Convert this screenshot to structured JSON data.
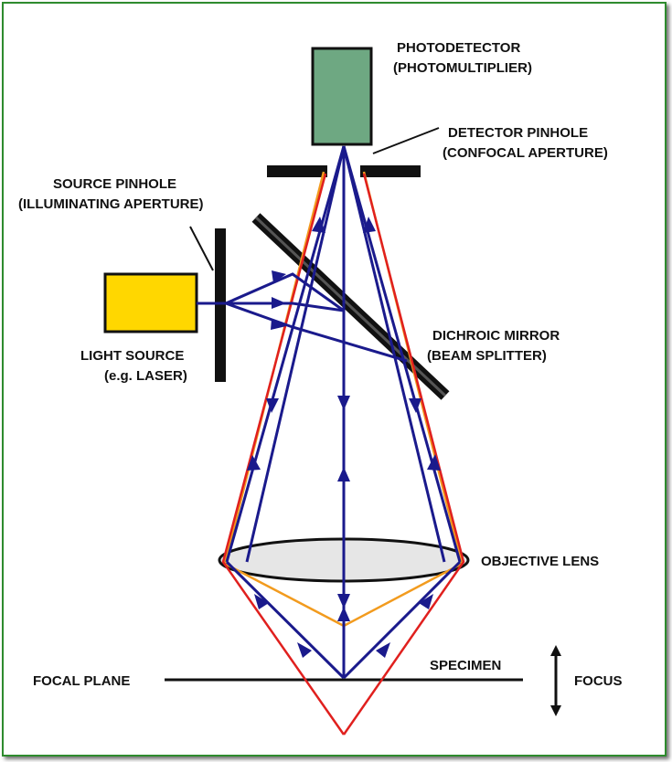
{
  "labels": {
    "photodetector": "PHOTODETECTOR",
    "photomultiplier": "(PHOTOMULTIPLIER)",
    "detector_pinhole": "DETECTOR PINHOLE",
    "confocal_aperture": "(CONFOCAL APERTURE)",
    "source_pinhole": "SOURCE PINHOLE",
    "illuminating_aperture": "(ILLUMINATING APERTURE)",
    "dichroic_mirror": "DICHROIC MIRROR",
    "beam_splitter": "(BEAM SPLITTER)",
    "light_source": "LIGHT SOURCE",
    "laser": "(e.g. LASER)",
    "objective_lens": "OBJECTIVE LENS",
    "specimen": "SPECIMEN",
    "focal_plane": "FOCAL PLANE",
    "focus": "FOCUS"
  },
  "colors": {
    "frame_border": "#2e8b2e",
    "photodetector_fill": "#6ea882",
    "light_source_fill": "#ffd700",
    "ray_blue": "#1a1a8c",
    "ray_red": "#e0201e",
    "ray_orange": "#f29b1e",
    "lens_fill": "#e6e6e6"
  }
}
